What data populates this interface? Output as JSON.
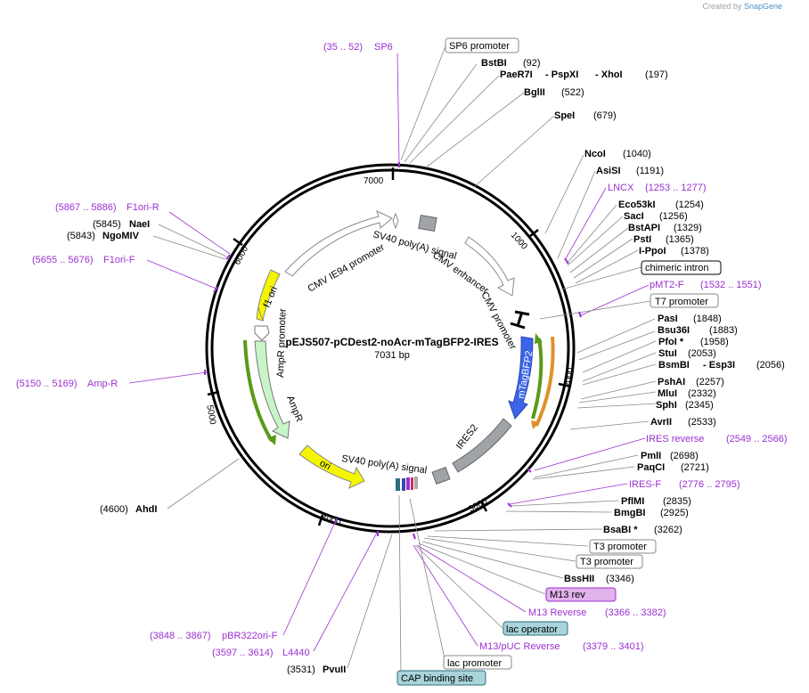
{
  "credit": {
    "prefix": "Created by",
    "brand": "SnapGene"
  },
  "plasmid": {
    "name": "pEJS507-pCDest2-noAcr-mTagBFP2-IRES",
    "size_label": "7031 bp"
  },
  "ticks": [
    "1000",
    "2000",
    "3000",
    "4000",
    "5000",
    "6000",
    "7000"
  ],
  "features": {
    "sv40_top": "SV40 poly(A) signal",
    "cmv_enh": "CMV enhancer",
    "cmv_prom": "CMV promoter",
    "cmv_ie94": "CMV IE94 promoter",
    "f1ori": "f1 ori",
    "ampr_prom": "AmpR promoter",
    "ampr": "AmpR",
    "ori": "ori",
    "sv40_bottom": "SV40 poly(A) signal",
    "ires2": "IRES2",
    "mtagbfp2": "mTagBFP2"
  },
  "labels_left": [
    {
      "pos": "(35 .. 52)",
      "name": "SP6",
      "primer": true
    },
    {
      "pos": "(5867 .. 5886)",
      "name": "F1ori-R",
      "primer": true
    },
    {
      "pos": "(5845)",
      "name": "NaeI",
      "primer": false
    },
    {
      "pos": "(5843)",
      "name": "NgoMIV",
      "primer": false
    },
    {
      "pos": "(5655 .. 5676)",
      "name": "F1ori-F",
      "primer": true
    },
    {
      "pos": "(5150 .. 5169)",
      "name": "Amp-R",
      "primer": true
    },
    {
      "pos": "(4600)",
      "name": "AhdI",
      "primer": false
    },
    {
      "pos": "(3848 .. 3867)",
      "name": "pBR322ori-F",
      "primer": true
    },
    {
      "pos": "(3597 .. 3614)",
      "name": "L4440",
      "primer": true
    },
    {
      "pos": "(3531)",
      "name": "PvuII",
      "primer": false
    }
  ],
  "labels_right": [
    {
      "text": "SP6 promoter",
      "kind": "box"
    },
    {
      "name": "BstBI",
      "pos": "(92)",
      "kind": "enz"
    },
    {
      "name": "PaeR7I",
      "n2": "PspXI",
      "n3": "XhoI",
      "pos": "(197)",
      "kind": "enz3"
    },
    {
      "name": "BglII",
      "pos": "(522)",
      "kind": "enz"
    },
    {
      "name": "SpeI",
      "pos": "(679)",
      "kind": "enz"
    },
    {
      "name": "NcoI",
      "pos": "(1040)",
      "kind": "enz"
    },
    {
      "name": "AsiSI",
      "pos": "(1191)",
      "kind": "enz"
    },
    {
      "name": "LNCX",
      "pos": "(1253 .. 1277)",
      "kind": "primer"
    },
    {
      "name": "Eco53kI",
      "pos": "(1254)",
      "kind": "enz"
    },
    {
      "name": "SacI",
      "pos": "(1256)",
      "kind": "enz"
    },
    {
      "name": "BstAPI",
      "pos": "(1329)",
      "kind": "enz"
    },
    {
      "name": "PstI",
      "pos": "(1365)",
      "kind": "enz"
    },
    {
      "name": "I-PpoI",
      "pos": "(1378)",
      "kind": "enz"
    },
    {
      "text": "chimeric intron",
      "kind": "box"
    },
    {
      "name": "pMT2-F",
      "pos": "(1532 .. 1551)",
      "kind": "primer"
    },
    {
      "text": "T7 promoter",
      "kind": "box"
    },
    {
      "name": "PasI",
      "pos": "(1848)",
      "kind": "enz"
    },
    {
      "name": "Bsu36I",
      "pos": "(1883)",
      "kind": "enz"
    },
    {
      "name": "PfoI *",
      "pos": "(1958)",
      "kind": "enz"
    },
    {
      "name": "StuI",
      "pos": "(2053)",
      "kind": "enz"
    },
    {
      "name": "BsmBI",
      "n2": "Esp3I",
      "pos": "(2056)",
      "kind": "enz2"
    },
    {
      "name": "PshAI",
      "pos": "(2257)",
      "kind": "enz"
    },
    {
      "name": "MluI",
      "pos": "(2332)",
      "kind": "enz"
    },
    {
      "name": "SphI",
      "pos": "(2345)",
      "kind": "enz"
    },
    {
      "name": "AvrII",
      "pos": "(2533)",
      "kind": "enz"
    },
    {
      "name": "IRES reverse",
      "pos": "(2549 .. 2566)",
      "kind": "primer"
    },
    {
      "name": "PmlI",
      "pos": "(2698)",
      "kind": "enz"
    },
    {
      "name": "PaqCI",
      "pos": "(2721)",
      "kind": "enz"
    },
    {
      "name": "IRES-F",
      "pos": "(2776 .. 2795)",
      "kind": "primer"
    },
    {
      "name": "PflMI",
      "pos": "(2835)",
      "kind": "enz"
    },
    {
      "name": "BmgBI",
      "pos": "(2925)",
      "kind": "enz"
    },
    {
      "name": "BsaBI *",
      "pos": "(3262)",
      "kind": "enz"
    },
    {
      "text": "T3 promoter",
      "kind": "box"
    },
    {
      "text": "T3 promoter",
      "kind": "box"
    },
    {
      "name": "BssHII",
      "pos": "(3346)",
      "kind": "enz"
    },
    {
      "text": "M13 rev",
      "kind": "boxpurple"
    },
    {
      "name": "M13 Reverse",
      "pos": "(3366 .. 3382)",
      "kind": "primer"
    },
    {
      "text": "lac operator",
      "kind": "boxteal"
    },
    {
      "name": "M13/pUC Reverse",
      "pos": "(3379 .. 3401)",
      "kind": "primer"
    },
    {
      "text": "lac promoter",
      "kind": "box"
    },
    {
      "text": "CAP binding site",
      "kind": "boxteal"
    }
  ]
}
